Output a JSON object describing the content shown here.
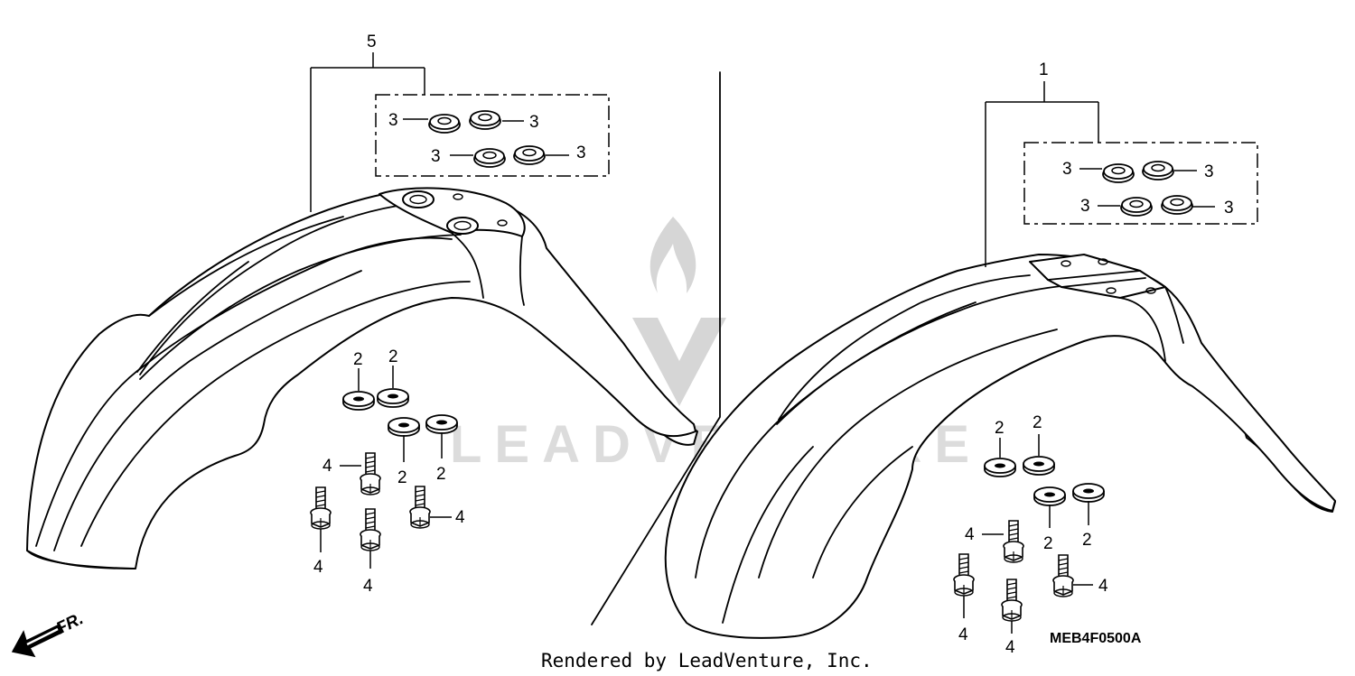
{
  "callouts": {
    "kit_left": "5",
    "kit_right": "1",
    "grommet": "3",
    "washer": "2",
    "bolt": "4"
  },
  "watermark": "LEADVENTURE",
  "footer": "Rendered by LeadVenture, Inc.",
  "diagram_code": "MEB4F0500A",
  "direction_marker": "FR."
}
